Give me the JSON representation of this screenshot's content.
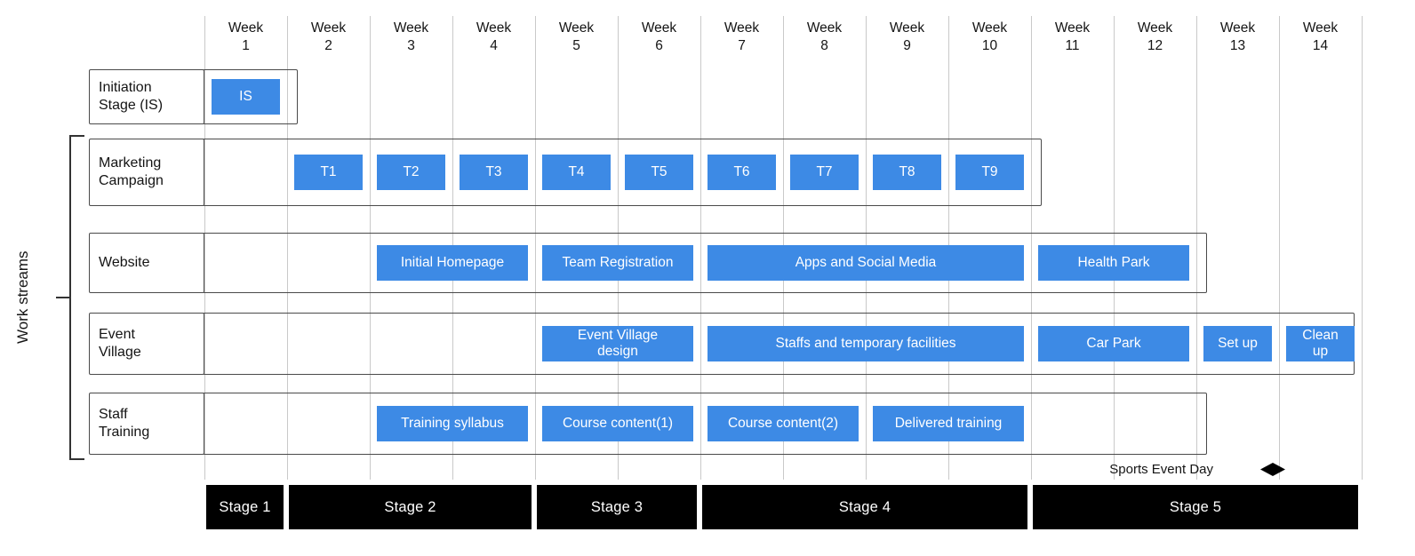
{
  "week_header_prefix": "Week",
  "weeks": [
    "1",
    "2",
    "3",
    "4",
    "5",
    "6",
    "7",
    "8",
    "9",
    "10",
    "11",
    "12",
    "13",
    "14"
  ],
  "work_streams_label": "Work streams",
  "sports_event": {
    "label": "Sports Event Day"
  },
  "colors": {
    "bar": "#3d8ae5",
    "bar_text": "#ffffff",
    "stage_bg": "#000000",
    "stage_text": "#ffffff",
    "grid": "#c9c9c9",
    "outline": "#4a4a4a"
  },
  "rows": [
    {
      "label": "Initiation\nStage (IS)",
      "outline_end_week": 1,
      "bars": [
        {
          "label": "IS",
          "start": 1,
          "end": 1
        }
      ]
    },
    {
      "label": "Marketing\nCampaign",
      "outline_end_week": 10,
      "bars": [
        {
          "label": "T1",
          "start": 2,
          "end": 2
        },
        {
          "label": "T2",
          "start": 3,
          "end": 3
        },
        {
          "label": "T3",
          "start": 4,
          "end": 4
        },
        {
          "label": "T4",
          "start": 5,
          "end": 5
        },
        {
          "label": "T5",
          "start": 6,
          "end": 6
        },
        {
          "label": "T6",
          "start": 7,
          "end": 7
        },
        {
          "label": "T7",
          "start": 8,
          "end": 8
        },
        {
          "label": "T8",
          "start": 9,
          "end": 9
        },
        {
          "label": "T9",
          "start": 10,
          "end": 10
        }
      ]
    },
    {
      "label": "Website",
      "outline_end_week": 12,
      "bars": [
        {
          "label": "Initial Homepage",
          "start": 3,
          "end": 4
        },
        {
          "label": "Team Registration",
          "start": 5,
          "end": 6
        },
        {
          "label": "Apps and Social Media",
          "start": 7,
          "end": 10
        },
        {
          "label": "Health Park",
          "start": 11,
          "end": 12
        }
      ]
    },
    {
      "label": "Event\nVillage",
      "outline_end_week": 14,
      "bars": [
        {
          "label": "Event Village\ndesign",
          "start": 5,
          "end": 6
        },
        {
          "label": "Staffs and temporary facilities",
          "start": 7,
          "end": 10
        },
        {
          "label": "Car Park",
          "start": 11,
          "end": 12
        },
        {
          "label": "Set up",
          "start": 13,
          "end": 13
        },
        {
          "label": "Clean\nup",
          "start": 14,
          "end": 14
        }
      ]
    },
    {
      "label": "Staff\nTraining",
      "outline_end_week": 12,
      "bars": [
        {
          "label": "Training syllabus",
          "start": 3,
          "end": 4
        },
        {
          "label": "Course content(1)",
          "start": 5,
          "end": 6
        },
        {
          "label": "Course content(2)",
          "start": 7,
          "end": 8
        },
        {
          "label": "Delivered training",
          "start": 9,
          "end": 10
        }
      ]
    }
  ],
  "stages": [
    {
      "label": "Stage 1",
      "start": 1,
      "end": 1
    },
    {
      "label": "Stage 2",
      "start": 2,
      "end": 4
    },
    {
      "label": "Stage 3",
      "start": 5,
      "end": 6
    },
    {
      "label": "Stage 4",
      "start": 7,
      "end": 10
    },
    {
      "label": "Stage 5",
      "start": 11,
      "end": 14
    }
  ]
}
